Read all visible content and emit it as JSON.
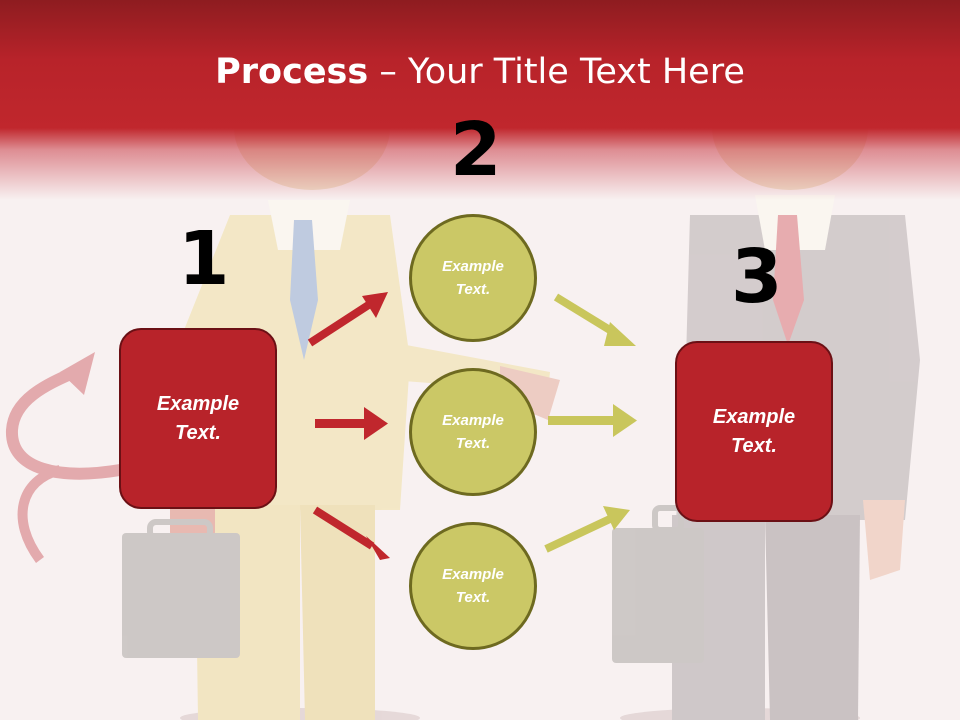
{
  "slide": {
    "title_bold": "Process",
    "title_rest": " – Your Title Text Here"
  },
  "steps": [
    {
      "number": "1",
      "box_text": "Example\nText."
    },
    {
      "number": "2",
      "circles": [
        "Example\nText.",
        "Example\nText.",
        "Example\nText."
      ]
    },
    {
      "number": "3",
      "box_text": "Example\nText."
    }
  ],
  "colors": {
    "header_red": "#c0272d",
    "box_red": "#b8232a",
    "circle_olive": "#cbc866",
    "arrow_red": "#c0272d",
    "arrow_olive": "#c9c65c"
  }
}
